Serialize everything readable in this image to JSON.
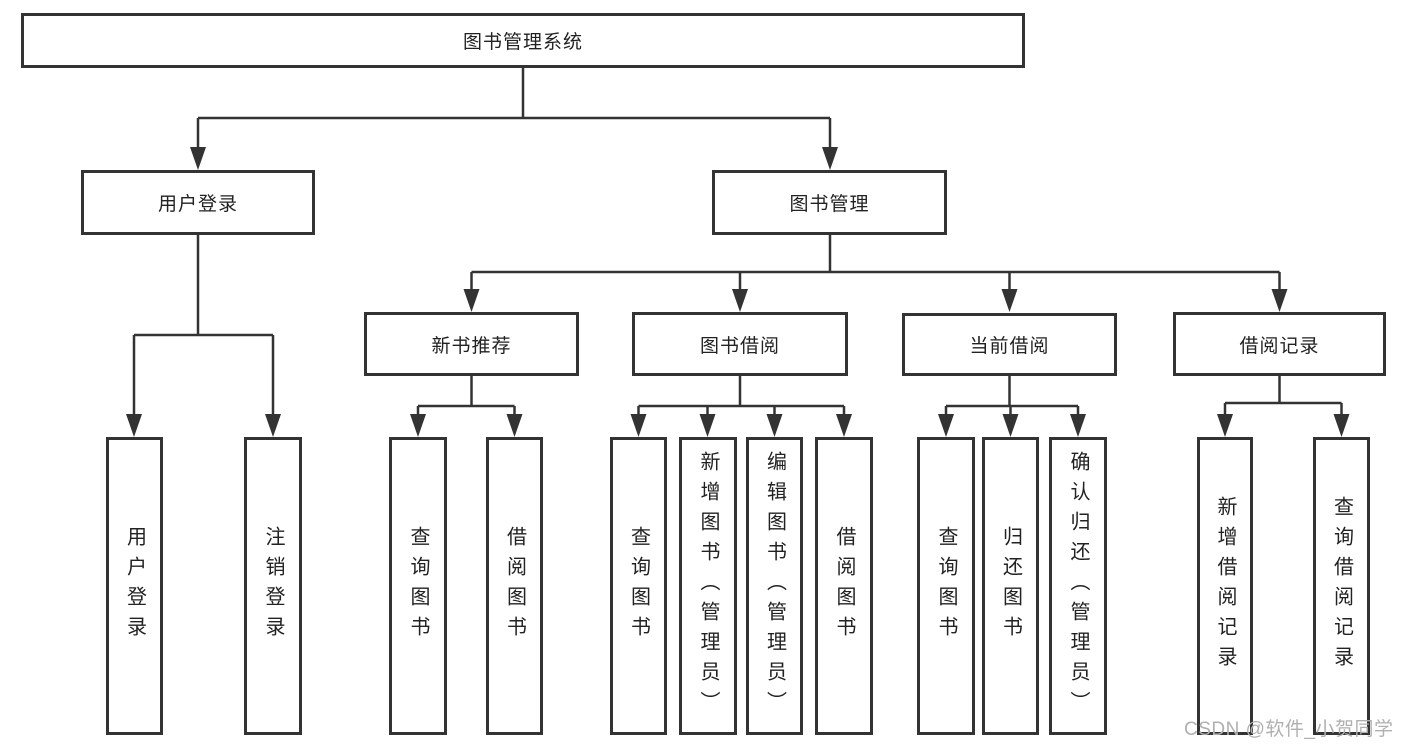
{
  "diagram": {
    "root": {
      "label": "图书管理系统"
    },
    "level2": [
      {
        "label": "用户登录"
      },
      {
        "label": "图书管理"
      }
    ],
    "level3": [
      {
        "label": "新书推荐"
      },
      {
        "label": "图书借阅"
      },
      {
        "label": "当前借阅"
      },
      {
        "label": "借阅记录"
      }
    ],
    "leaves": {
      "user_login": [
        {
          "label": "用户登录"
        },
        {
          "label": "注销登录"
        }
      ],
      "new_book": [
        {
          "label": "查询图书"
        },
        {
          "label": "借阅图书"
        }
      ],
      "book_borrow": [
        {
          "label": "查询图书"
        },
        {
          "label": "新增图书（管理员）"
        },
        {
          "label": "编辑图书（管理员）"
        },
        {
          "label": "借阅图书"
        }
      ],
      "current_borrow": [
        {
          "label": "查询图书"
        },
        {
          "label": "归还图书"
        },
        {
          "label": "确认归还（管理员）"
        }
      ],
      "borrow_record": [
        {
          "label": "新增借阅记录"
        },
        {
          "label": "查询借阅记录"
        }
      ]
    }
  },
  "watermark": {
    "text": "CSDN @软件_小贺同学",
    "color": "#b0b0b0"
  },
  "colors": {
    "line": "#333333",
    "box_border": "#333333",
    "text": "#222222",
    "background": "#ffffff"
  }
}
